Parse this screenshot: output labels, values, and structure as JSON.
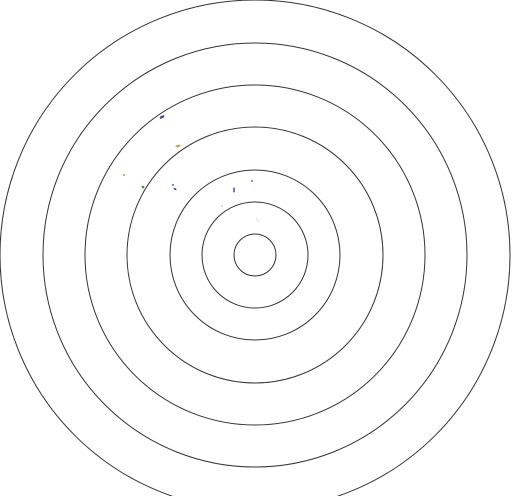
{
  "figure": {
    "background_color": "#ffffff",
    "ring_stroke_color": "#333333",
    "ring_count": 7
  },
  "markers": [
    {
      "id": "m1",
      "color": "#3a3aa0",
      "shape": "dash"
    },
    {
      "id": "m2",
      "color": "#b8a640",
      "shape": "dash"
    },
    {
      "id": "m3",
      "color": "#9a8a30",
      "shape": "dot"
    },
    {
      "id": "m4",
      "color": "#4a6acb",
      "shape": "dot"
    },
    {
      "id": "m5",
      "color": "#3c9a3c",
      "shape": "dot"
    },
    {
      "id": "m6",
      "color": "#2f3fb0",
      "shape": "dash"
    },
    {
      "id": "m7",
      "color": "#2f3fb0",
      "shape": "dash"
    },
    {
      "id": "m8",
      "color": "#2f3fb0",
      "shape": "tick"
    },
    {
      "id": "m9",
      "color": "#8888aa",
      "shape": "dot"
    },
    {
      "id": "m10",
      "color": "#bbbbbb",
      "shape": "dot"
    },
    {
      "id": "m11",
      "color": "#cc9a9a",
      "shape": "dot"
    }
  ]
}
